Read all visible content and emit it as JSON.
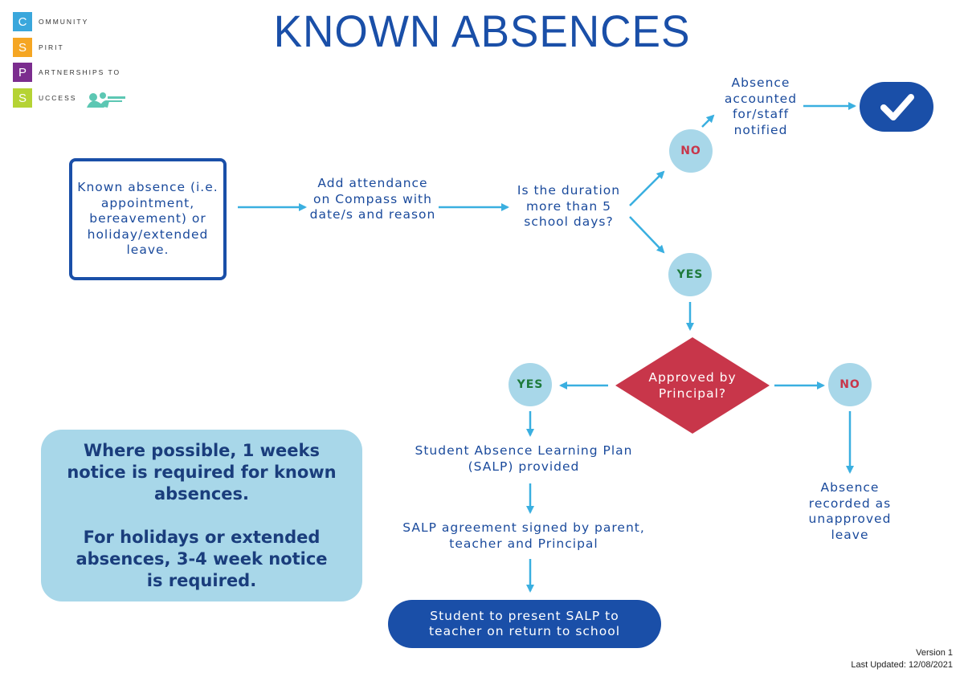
{
  "logo": {
    "rows": [
      {
        "letter": "C",
        "word": "OMMUNITY",
        "color": "#3aa7dc"
      },
      {
        "letter": "S",
        "word": "PIRIT",
        "color": "#f5a623"
      },
      {
        "letter": "P",
        "word": "ARTNERSHIPS TO",
        "color": "#7b2d8e"
      },
      {
        "letter": "S",
        "word": "UCCESS",
        "color": "#b5d334"
      }
    ]
  },
  "title": "KNOWN ABSENCES",
  "flow": {
    "start": "Known absence (i.e. appointment, bereavement) or holiday/extended leave.",
    "step_add": "Add attendance on Compass with date/s and reason",
    "question_duration": "Is the duration more than 5 school days?",
    "no_label_1": "NO",
    "accounted": "Absence accounted for/staff notified",
    "yes_label_1": "YES",
    "question_approved": "Approved by Principal?",
    "yes_label_2": "YES",
    "no_label_2": "NO",
    "salp_provided": "Student Absence Learning Plan (SALP) provided",
    "salp_signed": "SALP agreement signed by parent, teacher and Principal",
    "final": "Student to present SALP to teacher on return to school",
    "unapproved": "Absence recorded as unapproved leave"
  },
  "note": {
    "line1": "Where possible, 1 weeks notice is required for known absences.",
    "line2": "For holidays or extended absences, 3-4 week notice is required."
  },
  "footer": {
    "version": "Version 1",
    "updated": "Last Updated: 12/08/2021"
  },
  "colors": {
    "navy": "#1a4fa8",
    "arrow": "#3aafe0",
    "light_blue": "#a8d7e9",
    "diamond": "#c8364a",
    "no_red": "#c8364a",
    "yes_green": "#1e7a3a"
  }
}
